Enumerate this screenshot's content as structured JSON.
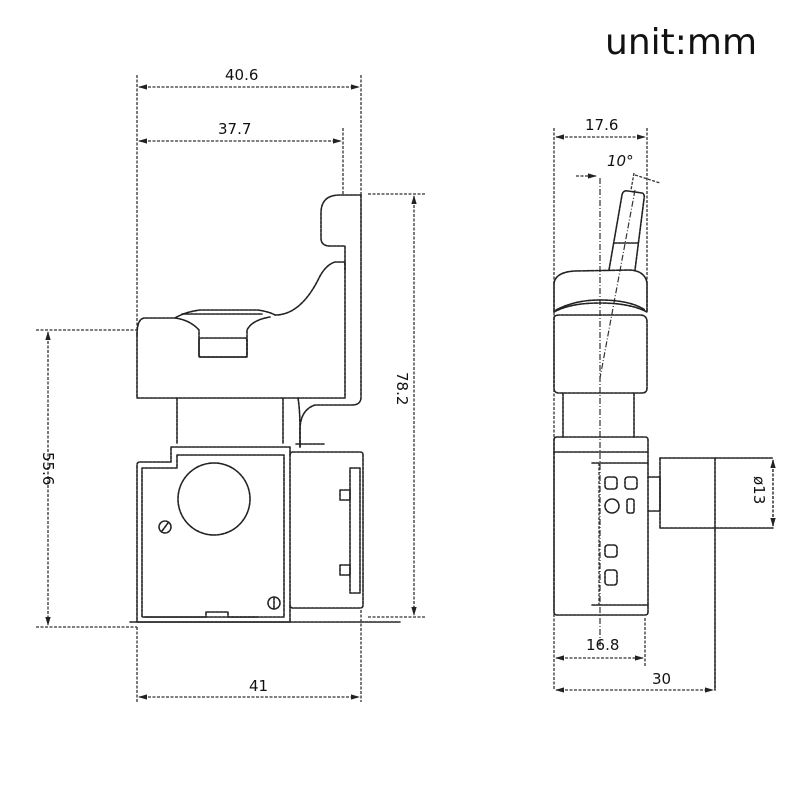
{
  "unit_label": "unit:mm",
  "colors": {
    "line": "#222222",
    "background": "#ffffff"
  },
  "front_view": {
    "dimensions": {
      "top_outer_width": "40.6",
      "top_inner_width": "37.7",
      "left_height": "55.6",
      "right_height": "78.2",
      "bottom_width": "41"
    }
  },
  "side_view": {
    "dimensions": {
      "top_width": "17.6",
      "trigger_angle": "10°",
      "knob_diameter": "ø13",
      "body_width": "16.8",
      "overall_depth": "30"
    }
  }
}
